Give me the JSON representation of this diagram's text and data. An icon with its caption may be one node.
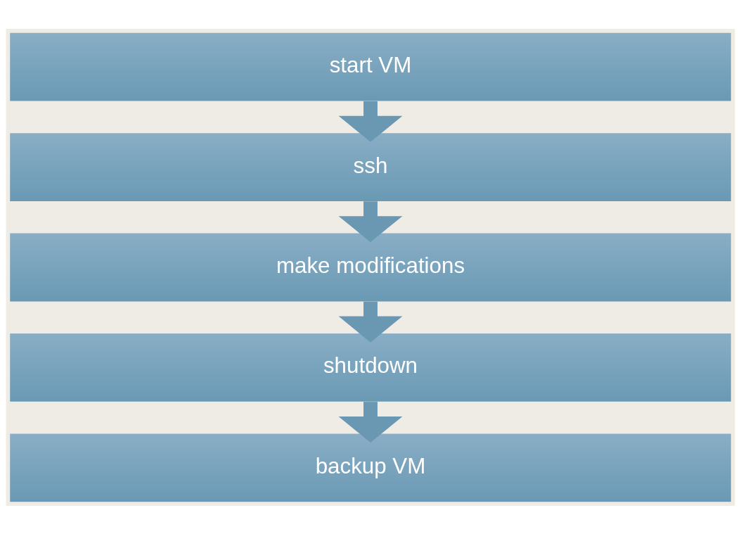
{
  "diagram": {
    "nodes": [
      {
        "text": [
          "start VM"
        ]
      },
      {
        "text": [
          "ssh"
        ]
      },
      {
        "text": [
          "make modifications"
        ]
      },
      {
        "text": [
          "shutdown"
        ]
      },
      {
        "text": [
          "backup VM"
        ]
      }
    ],
    "edges": [
      {
        "from": 0,
        "to": 1,
        "arrow": "to"
      },
      {
        "from": 1,
        "to": 2,
        "arrow": "to"
      },
      {
        "from": 2,
        "to": 3,
        "arrow": "to"
      },
      {
        "from": 3,
        "to": 4,
        "arrow": "to"
      }
    ]
  }
}
